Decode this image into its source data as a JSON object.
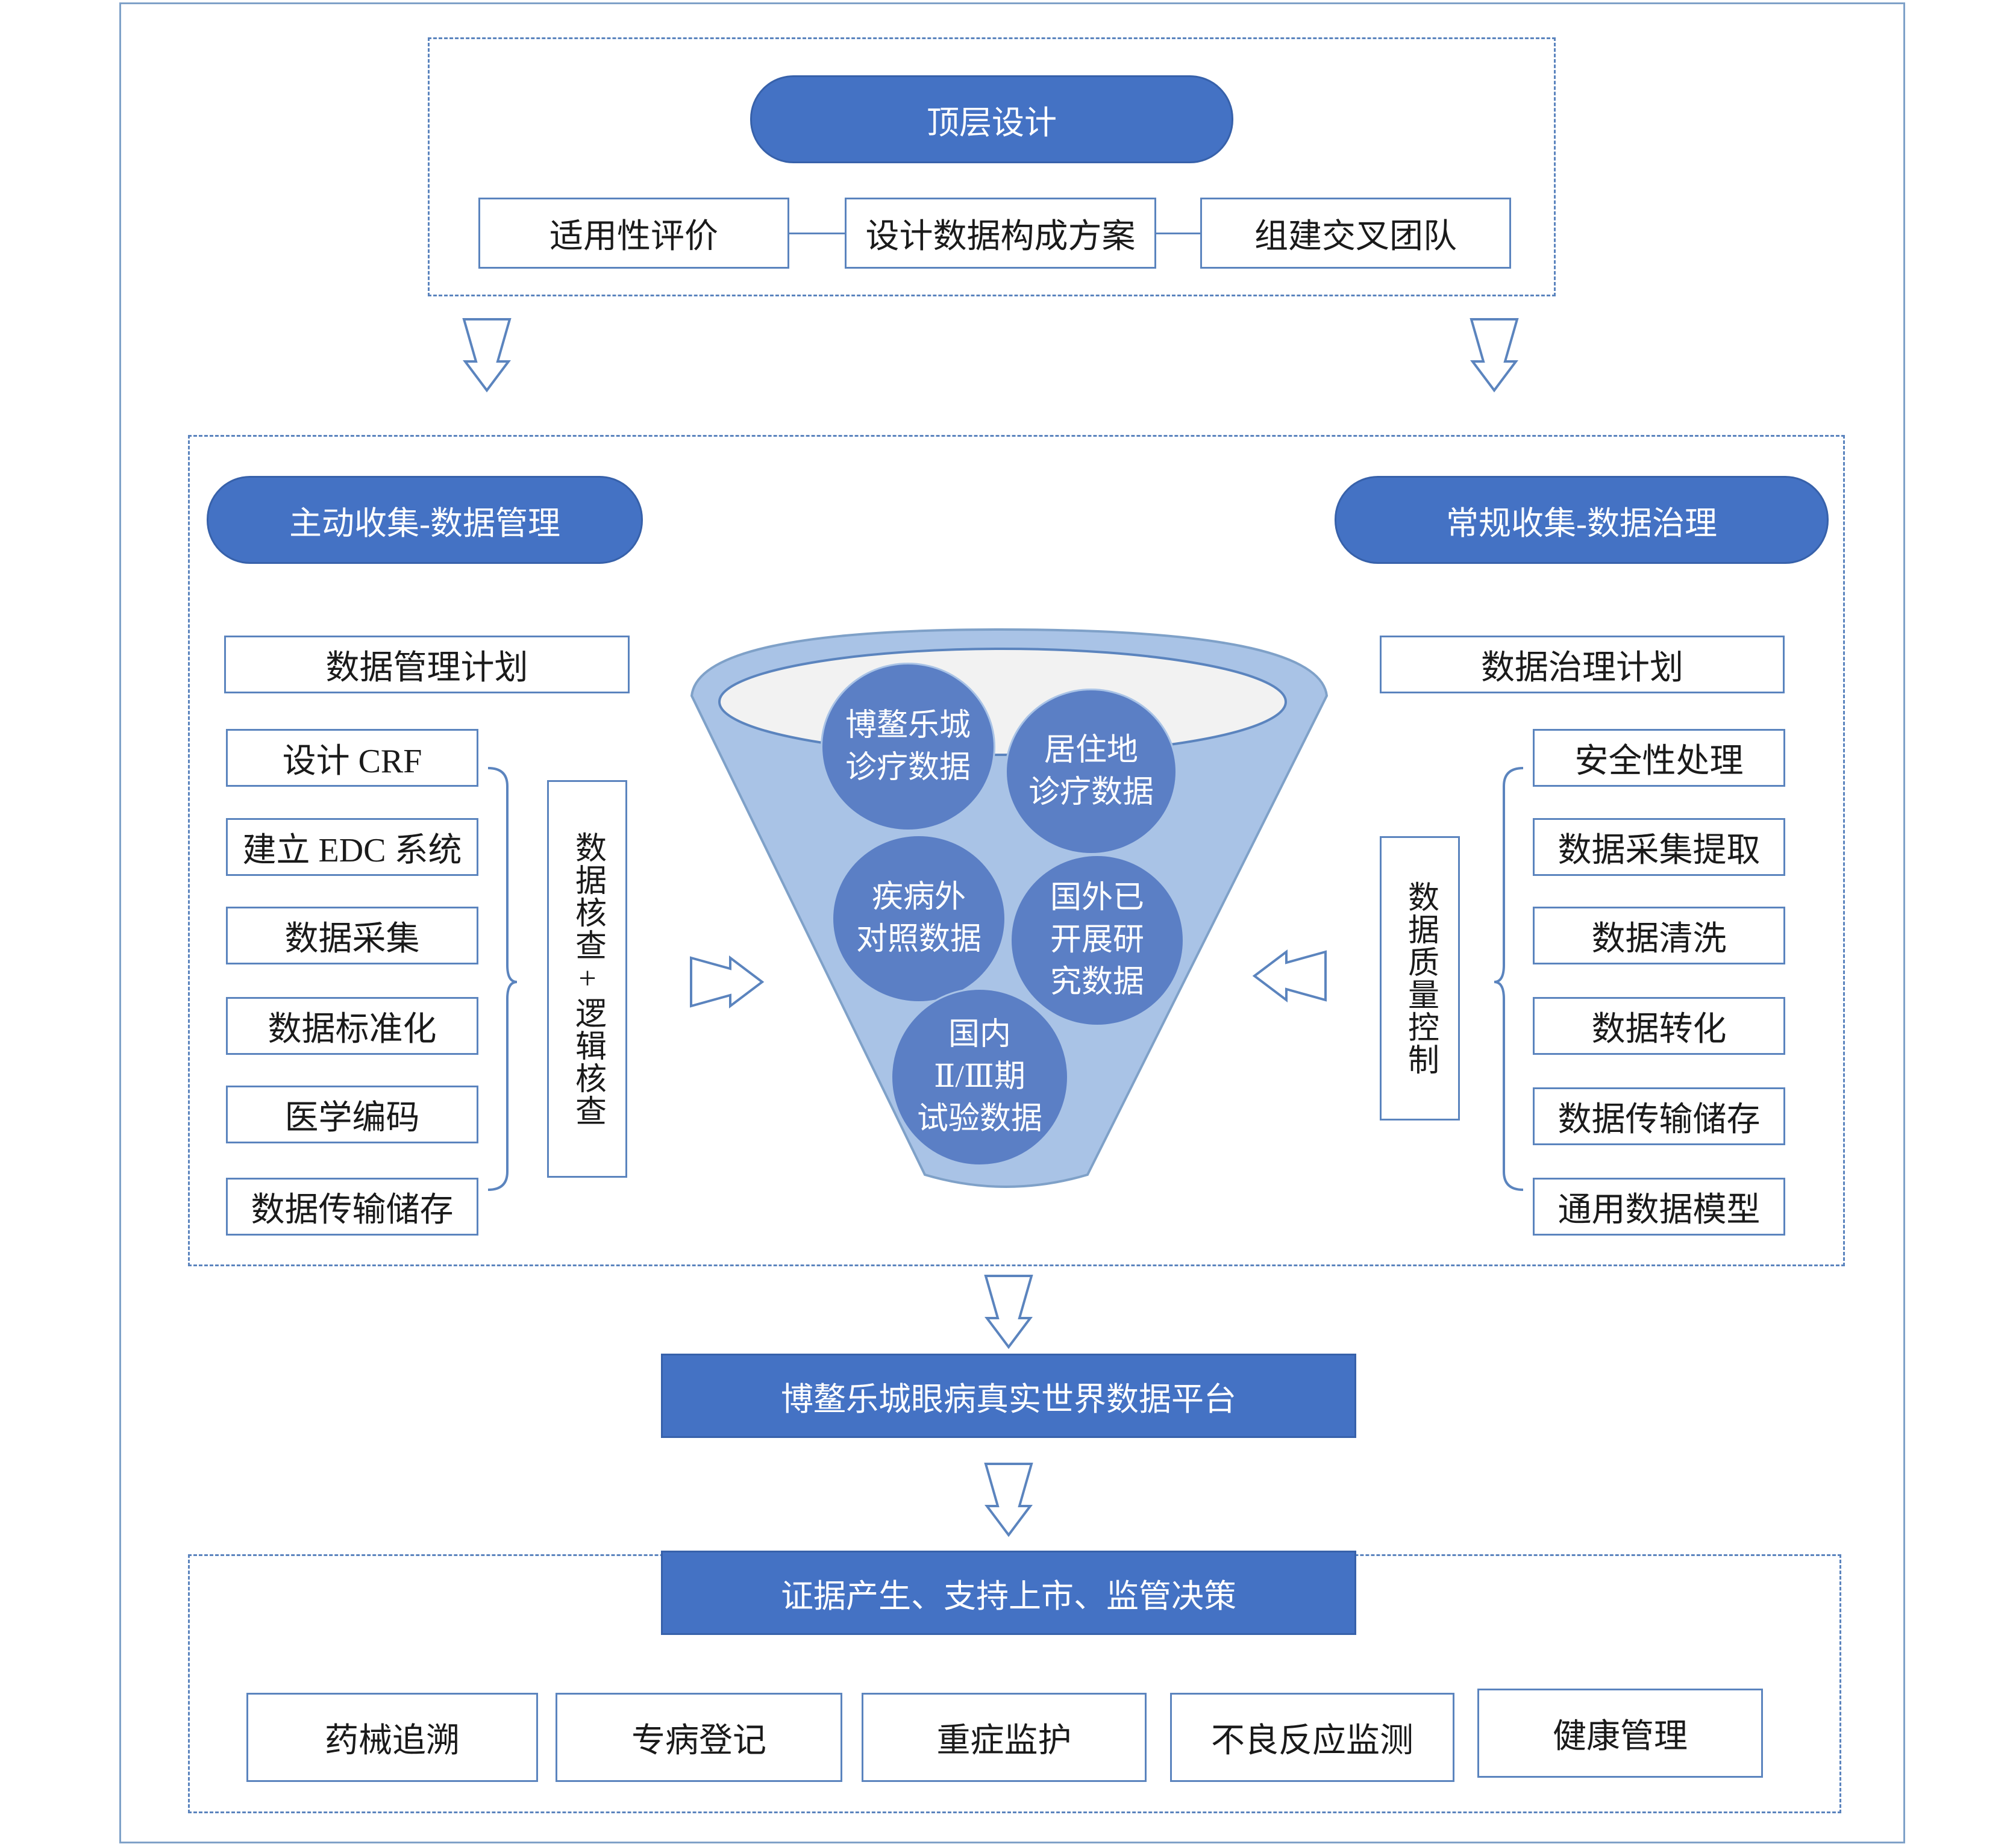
{
  "top_design": {
    "title": "顶层设计",
    "items": [
      "适用性评价",
      "设计数据构成方案",
      "组建交叉团队"
    ]
  },
  "left_panel": {
    "title": "主动收集-数据管理",
    "plan": "数据管理计划",
    "items": [
      "设计 CRF",
      "建立 EDC 系统",
      "数据采集",
      "数据标准化",
      "医学编码",
      "数据传输储存"
    ],
    "check_label": "数据核查+逻辑核查"
  },
  "right_panel": {
    "title": "常规收集-数据治理",
    "plan": "数据治理计划",
    "items": [
      "安全性处理",
      "数据采集提取",
      "数据清洗",
      "数据转化",
      "数据传输储存",
      "通用数据模型"
    ],
    "quality_label": "数据质量控制"
  },
  "funnel": {
    "sources": [
      [
        "博鳌乐城",
        "诊疗数据"
      ],
      [
        "居住地",
        "诊疗数据"
      ],
      [
        "疾病外",
        "对照数据"
      ],
      [
        "国外已",
        "开展研",
        "究数据"
      ],
      [
        "国内",
        "Ⅱ/Ⅲ期",
        "试验数据"
      ]
    ]
  },
  "platform": "博鳌乐城眼病真实世界数据平台",
  "outcome": {
    "title": "证据产生、支持上市、监管决策",
    "applications": [
      "药械追溯",
      "专病登记",
      "重症监护",
      "不良反应监测",
      "健康管理"
    ]
  },
  "colors": {
    "primary_blue": "#4472c4",
    "border_blue": "#5b84be",
    "funnel_blue": "#a9c3e6",
    "circle_blue": "#5b7fc5"
  },
  "icons": [
    "down-arrow-icon",
    "right-arrow-icon",
    "left-arrow-icon",
    "bracket-icon"
  ]
}
